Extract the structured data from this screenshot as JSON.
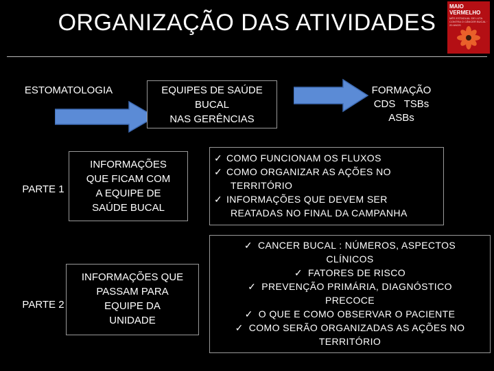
{
  "slide": {
    "title": "ORGANIZAÇÃO DAS ATIVIDADES",
    "badge": {
      "line1": "MAIO VERMELHO",
      "line2": "MÊS ESTADUAL DE LUTA CONTRA O CÂNCER BUCAL · 20 ANOS"
    }
  },
  "flow": {
    "step1": "ESTOMATOLOGIA",
    "step2": [
      "EQUIPES DE SAÚDE",
      "BUCAL",
      "NAS GERÊNCIAS"
    ],
    "step3": [
      "FORMAÇÃO",
      "CDS   TSBs",
      "ASBs"
    ]
  },
  "parte1": {
    "label": "PARTE 1",
    "box": [
      "INFORMAÇÕES",
      "QUE FICAM COM",
      "A EQUIPE DE",
      "SAÚDE BUCAL"
    ],
    "items": [
      [
        "COMO FUNCIONAM OS FLUXOS"
      ],
      [
        "COMO ORGANIZAR AS AÇÕES NO",
        "TERRITÓRIO"
      ],
      [
        "INFORMAÇÕES QUE DEVEM SER",
        "REATADAS NO FINAL DA CAMPANHA"
      ]
    ]
  },
  "parte2": {
    "label": "PARTE 2",
    "box": [
      "INFORMAÇÕES QUE",
      "PASSAM PARA",
      "EQUIPE DA",
      "UNIDADE"
    ],
    "lines": [
      "CANCER BUCAL : NÚMEROS, ASPECTOS",
      "CLÍNICOS",
      "FATORES DE RISCO",
      "PREVENÇÃO PRIMÁRIA, DIAGNÓSTICO",
      "PRECOCE",
      "O QUE E COMO OBSERVAR O PACIENTE",
      "COMO SERÃO ORGANIZADAS AS AÇÕES NO",
      "TERRITÓRIO"
    ],
    "checked_lines": [
      0,
      2,
      3,
      5,
      6
    ]
  },
  "checkmark": "✓",
  "colors": {
    "background": "#000000",
    "text": "#ffffff",
    "arrow": "#5b8bd6",
    "badge": "#b40f14"
  }
}
